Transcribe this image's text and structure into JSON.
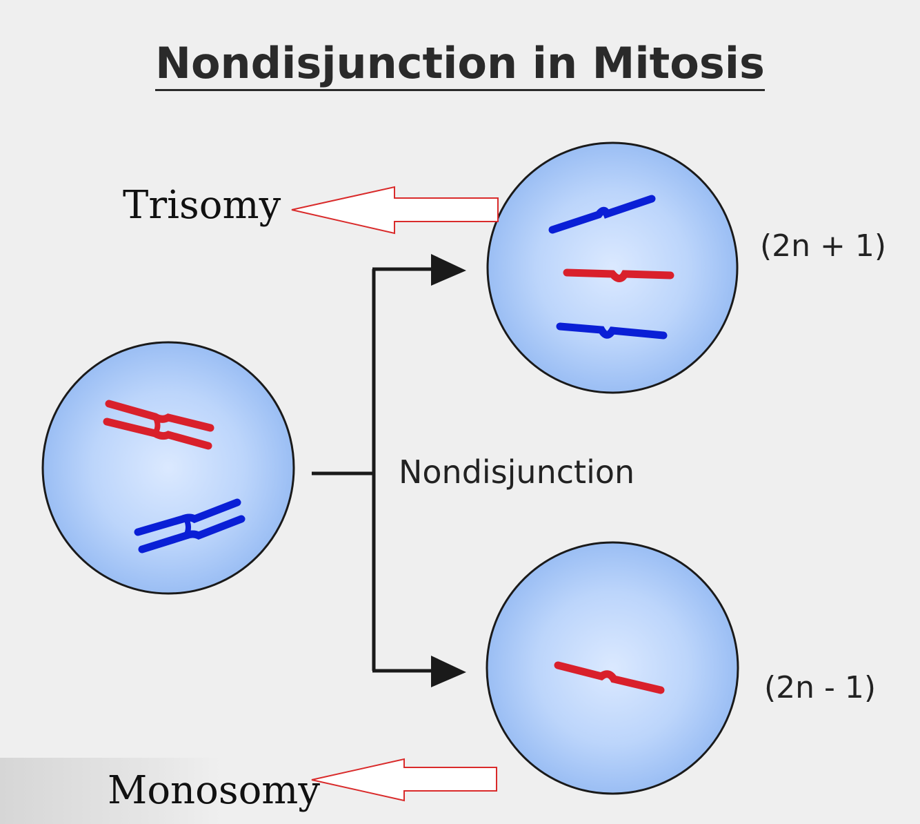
{
  "title": "Nondisjunction in Mitosis",
  "labels": {
    "trisomy": "Trisomy",
    "monosomy": "Monosomy",
    "process": "Nondisjunction",
    "top_formula": "(2n + 1)",
    "bottom_formula": "(2n - 1)"
  },
  "colors": {
    "background": "#efefef",
    "cell_fill": "#a9c8f7",
    "cell_center": "#d8e8ff",
    "chromosome_red": "#d9202b",
    "chromosome_blue": "#0a1fd6",
    "arrow_outline": "#d92a2a",
    "connector": "#1a1a1a"
  }
}
